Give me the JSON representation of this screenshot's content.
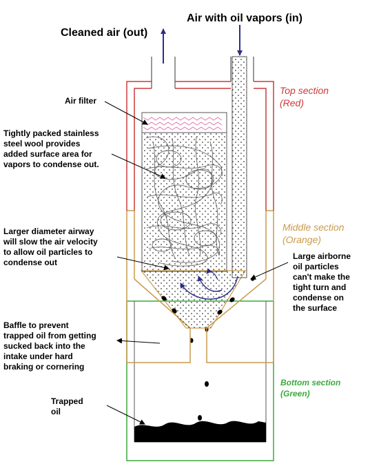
{
  "labels": {
    "air_in": "Air with oil vapors (in)",
    "air_out": "Cleaned air (out)",
    "air_filter": "Air filter",
    "steel_wool": [
      "Tightly packed stainless",
      "steel wool provides",
      "added surface area for",
      "vapors to condense out."
    ],
    "airway": [
      "Larger diameter airway",
      "will slow the air velocity",
      "to allow oil particles to",
      "condense out"
    ],
    "airborne": [
      "Large airborne",
      "oil particles",
      "can't make the",
      "tight turn and",
      "condense on",
      "the surface"
    ],
    "baffle": [
      "Baffle to prevent",
      "trapped oil from getting",
      "sucked back into the",
      "intake under hard",
      "braking or cornering"
    ],
    "trapped_oil": [
      "Trapped",
      "oil"
    ]
  },
  "sections": {
    "top": {
      "name": "Top section",
      "color_word": "(Red)",
      "color": "#cc3a3a"
    },
    "middle": {
      "name": "Middle section",
      "color_word": "(Orange)",
      "color": "#c99a4a"
    },
    "bottom": {
      "name": "Bottom section",
      "color_word": "(Green)",
      "color": "#3aaa3a"
    }
  }
}
